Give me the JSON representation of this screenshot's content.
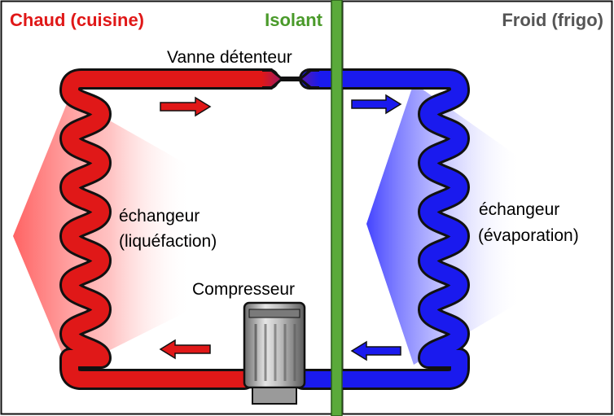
{
  "labels": {
    "hot_side": "Chaud (cuisine)",
    "insulator": "Isolant",
    "cold_side": "Froid (frigo)",
    "valve": "Vanne détenteur",
    "hot_exchanger_line1": "échangeur",
    "hot_exchanger_line2": "(liquéfaction)",
    "cold_exchanger_line1": "échangeur",
    "cold_exchanger_line2": "(évaporation)",
    "compressor": "Compresseur"
  },
  "colors": {
    "hot": "#e01818",
    "cold": "#1a1aee",
    "insulator": "#5aaa3a",
    "cold_header": "#555555",
    "outline": "#111111"
  },
  "icons": {
    "compressor": "compressor-icon",
    "arrows": "flow-arrow-icon"
  }
}
